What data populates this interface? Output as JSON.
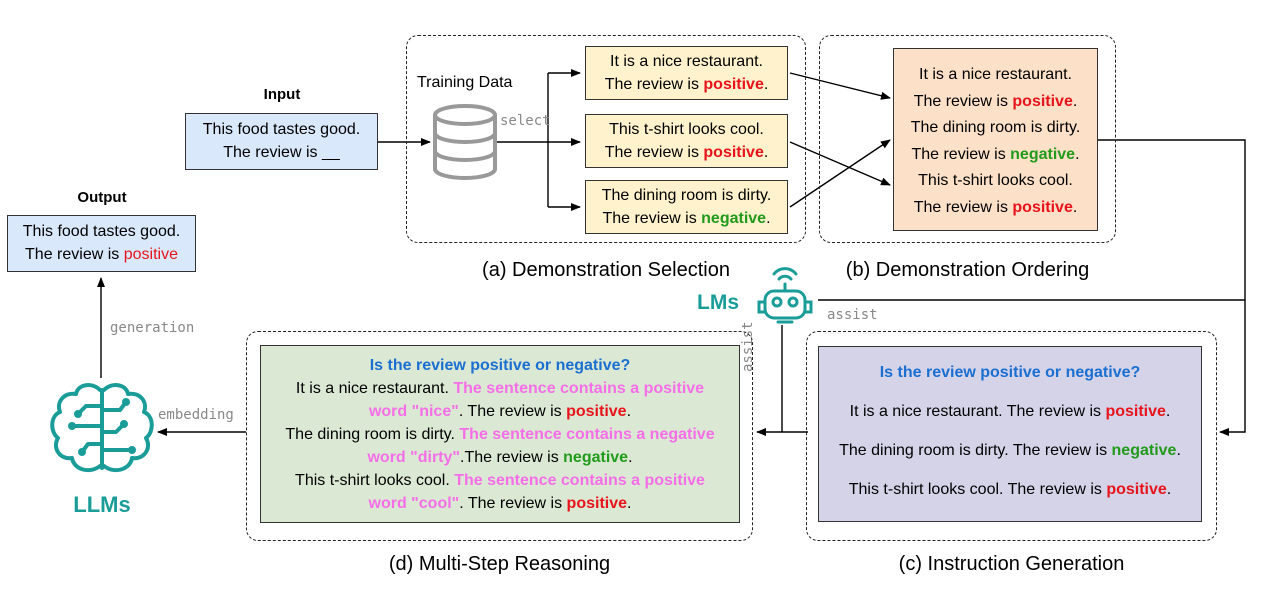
{
  "input": {
    "label": "Input",
    "line1": "This food tastes good.",
    "line2": "The review is __"
  },
  "output": {
    "label": "Output",
    "line1": "This food tastes good.",
    "line2_prefix": "The review is ",
    "line2_label": "positive"
  },
  "training_data_label": "Training Data",
  "select_label": "select",
  "selection": {
    "caption": "(a) Demonstration Selection",
    "demos": [
      {
        "sentence": "It is a nice restaurant.",
        "prefix": "The review is ",
        "label": "positive",
        "suffix": "."
      },
      {
        "sentence": "This t-shirt looks cool.",
        "prefix": "The review is ",
        "label": "positive",
        "suffix": "."
      },
      {
        "sentence": "The dining room is dirty.",
        "prefix": "The review is ",
        "label": "negative",
        "suffix": "."
      }
    ]
  },
  "ordering": {
    "caption": "(b) Demonstration Ordering",
    "lines": [
      {
        "text": "It is a nice restaurant."
      },
      {
        "prefix": "The review is ",
        "label": "positive",
        "suffix": "."
      },
      {
        "text": "The dining room is dirty."
      },
      {
        "prefix": "The review is ",
        "label": "negative",
        "suffix": "."
      },
      {
        "text": "This t-shirt looks cool."
      },
      {
        "prefix": "The review is ",
        "label": "positive",
        "suffix": "."
      }
    ]
  },
  "lms_label": "LMs",
  "assist_label": "assist",
  "instruction": {
    "caption": "(c) Instruction Generation",
    "question": "Is the review positive or negative?",
    "items": [
      {
        "prefix": "It is a nice restaurant. The review is ",
        "label": "positive",
        "suffix": "."
      },
      {
        "prefix": "The dining room is dirty. The review is ",
        "label": "negative",
        "suffix": "."
      },
      {
        "prefix": "This t-shirt looks cool. The review is ",
        "label": "positive",
        "suffix": "."
      }
    ]
  },
  "reasoning": {
    "caption": "(d) Multi-Step Reasoning",
    "question": "Is the review positive or negative?",
    "items": [
      {
        "sentence": "It is a nice restaurant. ",
        "reason_a": "The sentence contains a positive",
        "reason_b": "word \"nice\"",
        "prefix": ". The review is ",
        "label": "positive",
        "suffix": "."
      },
      {
        "sentence": "The dining room is dirty. ",
        "reason_a": "The sentence contains a negative",
        "reason_b": "word \"dirty\"",
        "prefix": ".The review is ",
        "label": "negative",
        "suffix": "."
      },
      {
        "sentence": "This t-shirt looks cool. ",
        "reason_a": "The sentence contains a positive",
        "reason_b": "word \"cool\"",
        "prefix": ". The review is ",
        "label": "positive",
        "suffix": "."
      }
    ]
  },
  "llms_label": "LLMs",
  "embedding_label": "embedding",
  "generation_label": "generation",
  "colors": {
    "positive": "#e8141b",
    "negative": "#229a1b",
    "question": "#1a6fd1",
    "reasoning": "#f56ee8",
    "teal": "#1a9d99"
  }
}
